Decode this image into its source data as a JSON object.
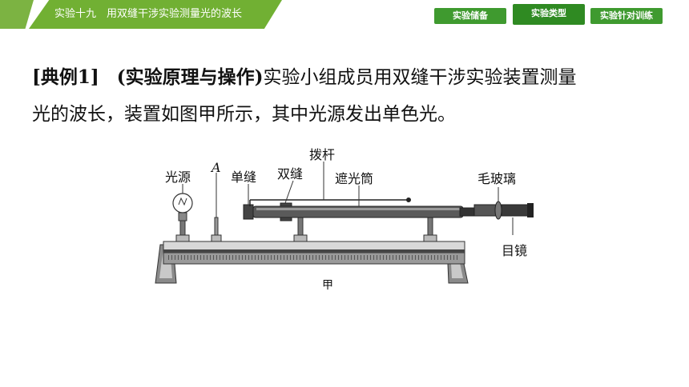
{
  "header": {
    "title": "实验十九　用双缝干涉实验测量光的波长",
    "tabs": [
      {
        "label": "实验储备",
        "active": false
      },
      {
        "label": "实验类型",
        "active": true
      },
      {
        "label": "实验针对训练",
        "active": false
      }
    ]
  },
  "content": {
    "example_tag": "[典例1]",
    "topic_tag": "(实验原理与操作)",
    "line1_text": "实验小组成员用双缝干涉实验装置测量",
    "line2_text": "光的波长，装置如图甲所示，其中光源发出单色光。"
  },
  "figure": {
    "labels": {
      "light_source": "光源",
      "a": "A",
      "single_slit": "单缝",
      "double_slit": "双缝",
      "lever": "拨杆",
      "tube": "遮光筒",
      "frosted_glass": "毛玻璃",
      "eyepiece": "目镜",
      "caption": "甲"
    }
  },
  "colors": {
    "title_bar": "#71b033",
    "tab": "#3f9a2f",
    "tab_active": "#2f8a22"
  }
}
